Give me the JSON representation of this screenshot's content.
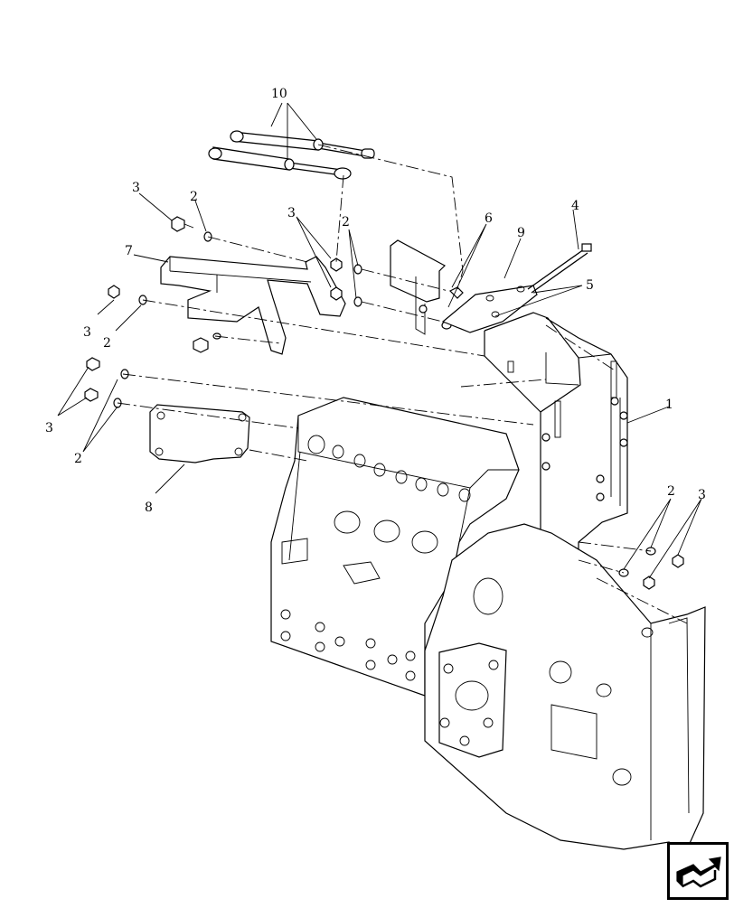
{
  "diagram": {
    "callouts": {
      "c1": "1",
      "c2a": "2",
      "c2b": "2",
      "c2c": "2",
      "c2d": "2",
      "c2e": "2",
      "c3a": "3",
      "c3b": "3",
      "c3c": "3",
      "c3d": "3",
      "c3e": "3",
      "c4": "4",
      "c5": "5",
      "c6": "6",
      "c7": "7",
      "c8": "8",
      "c9": "9",
      "c10": "10"
    }
  },
  "nav": {
    "icon": "next-page-arrow-icon"
  }
}
